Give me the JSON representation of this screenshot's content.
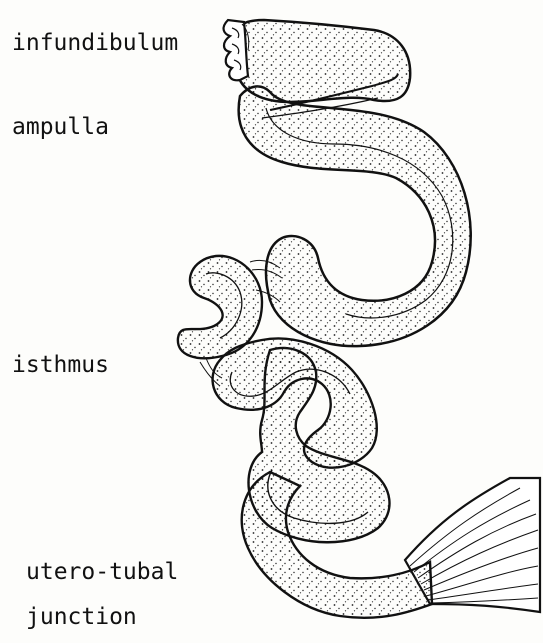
{
  "labels": {
    "infundibulum": "infundibulum",
    "ampulla": "ampulla",
    "isthmus": "isthmus",
    "utero_tubal_line1": "utero-tubal",
    "utero_tubal_line2": "junction"
  },
  "colors": {
    "ink": "#111111",
    "paper": "#fdfdfb",
    "stipple": "#222222"
  },
  "illustration": {
    "subject": "oviduct",
    "style": "stippled-line-drawing"
  }
}
